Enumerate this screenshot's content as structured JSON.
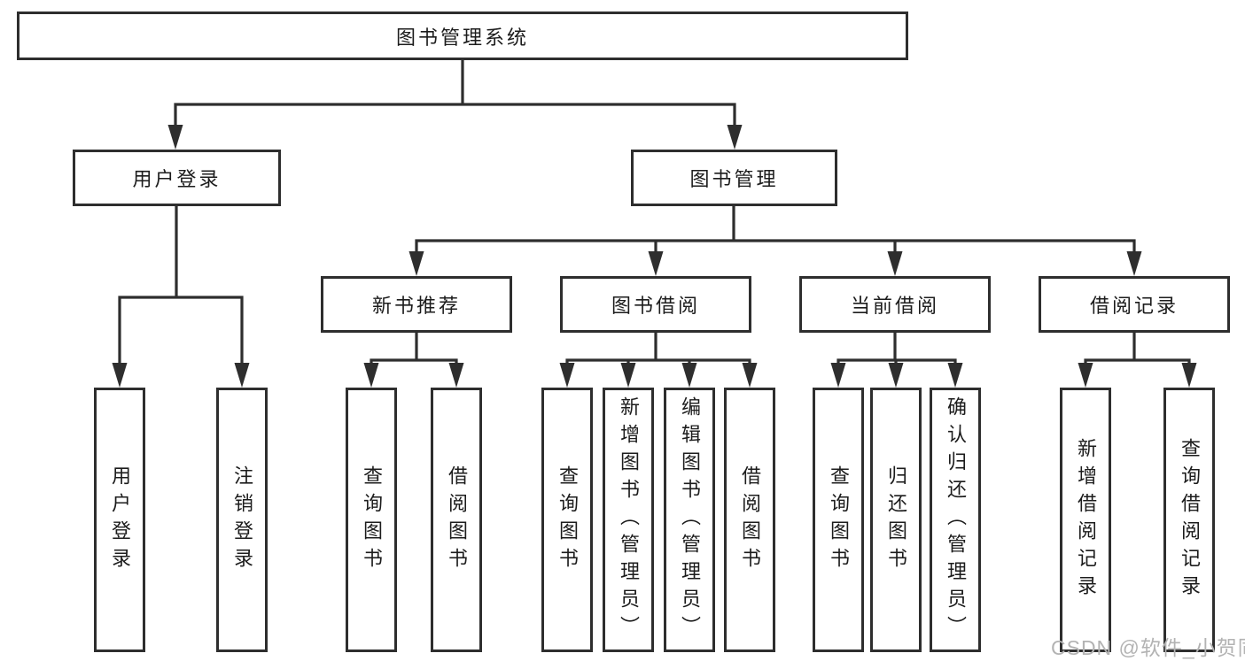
{
  "tree": {
    "root": {
      "label": "图书管理系统"
    },
    "branches": [
      {
        "label": "用户登录",
        "children": [
          {
            "label": "用户登录"
          },
          {
            "label": "注销登录"
          }
        ]
      },
      {
        "label": "图书管理",
        "children": [
          {
            "label": "新书推荐",
            "children": [
              {
                "label": "查询图书"
              },
              {
                "label": "借阅图书"
              }
            ]
          },
          {
            "label": "图书借阅",
            "children": [
              {
                "label": "查询图书"
              },
              {
                "label": "新增图书（管理员）"
              },
              {
                "label": "编辑图书（管理员）"
              },
              {
                "label": "借阅图书"
              }
            ]
          },
          {
            "label": "当前借阅",
            "children": [
              {
                "label": "查询图书"
              },
              {
                "label": "归还图书"
              },
              {
                "label": "确认归还（管理员）"
              }
            ]
          },
          {
            "label": "借阅记录",
            "children": [
              {
                "label": "新增借阅记录"
              },
              {
                "label": "查询借阅记录"
              }
            ]
          }
        ]
      }
    ]
  },
  "watermark": {
    "text": "CSDN @软件_小贺同学"
  },
  "colors": {
    "line": "#2e2e2e",
    "box_border": "#2e2e2e",
    "text": "#1c1c1c",
    "watermark": "#b3b3b3",
    "background": "#ffffff"
  }
}
